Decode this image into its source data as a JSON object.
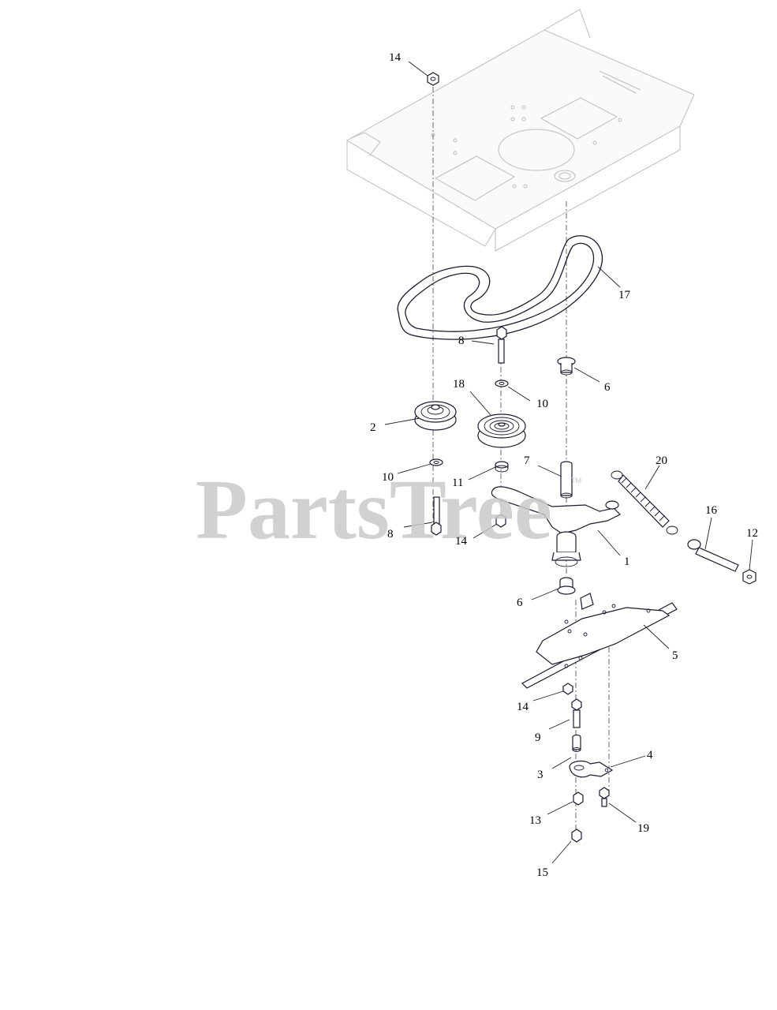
{
  "watermark": {
    "text": "PartsTree",
    "tm": "TM"
  },
  "callouts": [
    {
      "id": "14a",
      "label": "14"
    },
    {
      "id": "17",
      "label": "17"
    },
    {
      "id": "8a",
      "label": "8"
    },
    {
      "id": "6a",
      "label": "6"
    },
    {
      "id": "18",
      "label": "18"
    },
    {
      "id": "10a",
      "label": "10"
    },
    {
      "id": "2",
      "label": "2"
    },
    {
      "id": "20",
      "label": "20"
    },
    {
      "id": "7",
      "label": "7"
    },
    {
      "id": "10b",
      "label": "10"
    },
    {
      "id": "11",
      "label": "11"
    },
    {
      "id": "16",
      "label": "16"
    },
    {
      "id": "12",
      "label": "12"
    },
    {
      "id": "8b",
      "label": "8"
    },
    {
      "id": "14b",
      "label": "14"
    },
    {
      "id": "1",
      "label": "1"
    },
    {
      "id": "6b",
      "label": "6"
    },
    {
      "id": "5",
      "label": "5"
    },
    {
      "id": "14c",
      "label": "14"
    },
    {
      "id": "9",
      "label": "9"
    },
    {
      "id": "4",
      "label": "4"
    },
    {
      "id": "3",
      "label": "3"
    },
    {
      "id": "13",
      "label": "13"
    },
    {
      "id": "19",
      "label": "19"
    },
    {
      "id": "15",
      "label": "15"
    }
  ]
}
